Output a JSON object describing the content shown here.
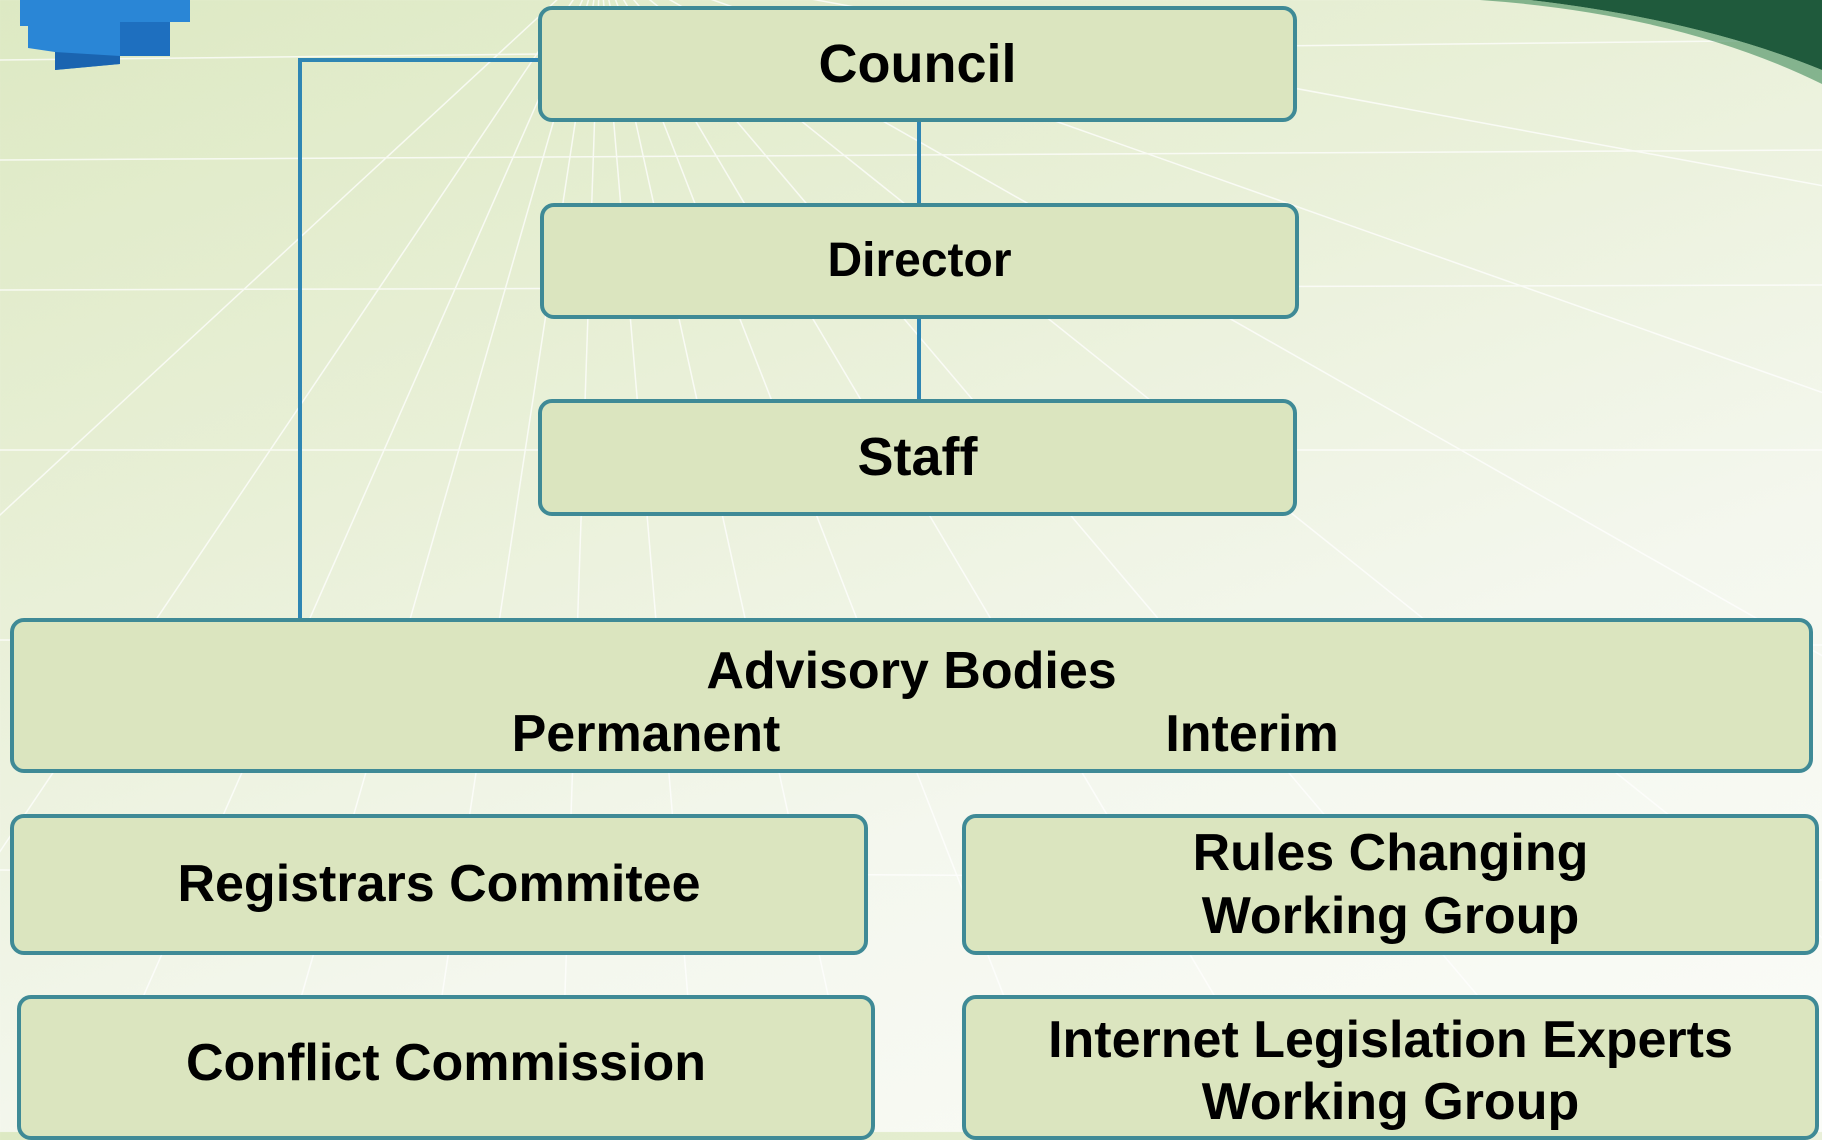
{
  "org_chart": {
    "council": "Council",
    "director": "Director",
    "staff": "Staff",
    "advisory": {
      "title": "Advisory Bodies",
      "permanent": "Permanent",
      "interim": "Interim"
    },
    "permanent_bodies": {
      "registrars": "Registrars Commitee",
      "conflict": "Conflict Commission"
    },
    "interim_bodies": {
      "rules_line1": "Rules Changing",
      "rules_line2": "Working Group",
      "internet_line1": "Internet Legislation Experts",
      "internet_line2": "Working Group"
    }
  },
  "colors": {
    "box_fill": "#dbe5bf",
    "box_border": "#3f8a96",
    "connector": "#2f86b3",
    "logo_blue": "#2a86d6",
    "swoosh_green": "#1f5a3c"
  }
}
